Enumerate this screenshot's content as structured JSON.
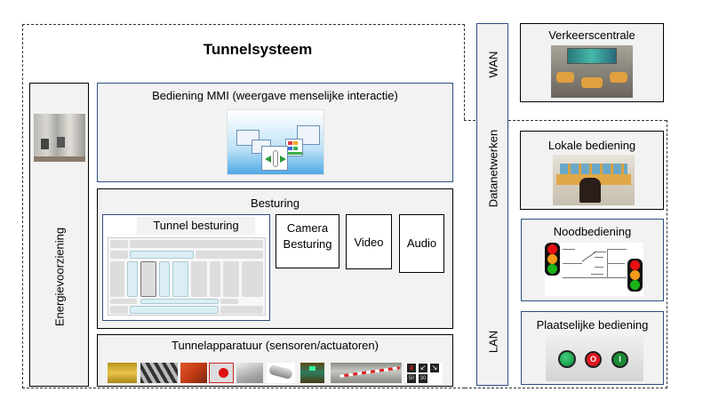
{
  "system": {
    "title": "Tunnelsysteem"
  },
  "energy": {
    "label": "Energievoorziening"
  },
  "mmi": {
    "label": "Bediening MMI (weergave menselijke interactie)"
  },
  "control": {
    "label": "Besturing",
    "tunnel_control_label": "Tunnel besturing",
    "camera_label_line1": "Camera",
    "camera_label_line2": "Besturing",
    "video_label": "Video",
    "audio_label": "Audio"
  },
  "equipment": {
    "label": "Tunnelapparatuur (sensoren/actuatoren)",
    "thumbnails": [
      "tunnel-lighting",
      "ventilation-fans",
      "pump",
      "fire-extinguisher",
      "sensor-mount",
      "cctv-camera",
      "emergency-exit",
      "barrier",
      "lane-signals"
    ]
  },
  "network": {
    "wan_label": "WAN",
    "data_label": "Datanetwerken",
    "lan_label": "LAN"
  },
  "right": {
    "traffic_center_label": "Verkeerscentrale",
    "local_control_label": "Lokale bediening",
    "emergency_control_label": "Noodbediening",
    "on_site_control_label": "Plaatselijke bediening"
  },
  "colors": {
    "box_fill": "#f2f2f2",
    "blue_border": "#2e4f7f",
    "light_blue": "#dbeef4",
    "traffic_red": "#e81010",
    "traffic_amber": "#f39a1a",
    "traffic_green": "#19b519"
  }
}
